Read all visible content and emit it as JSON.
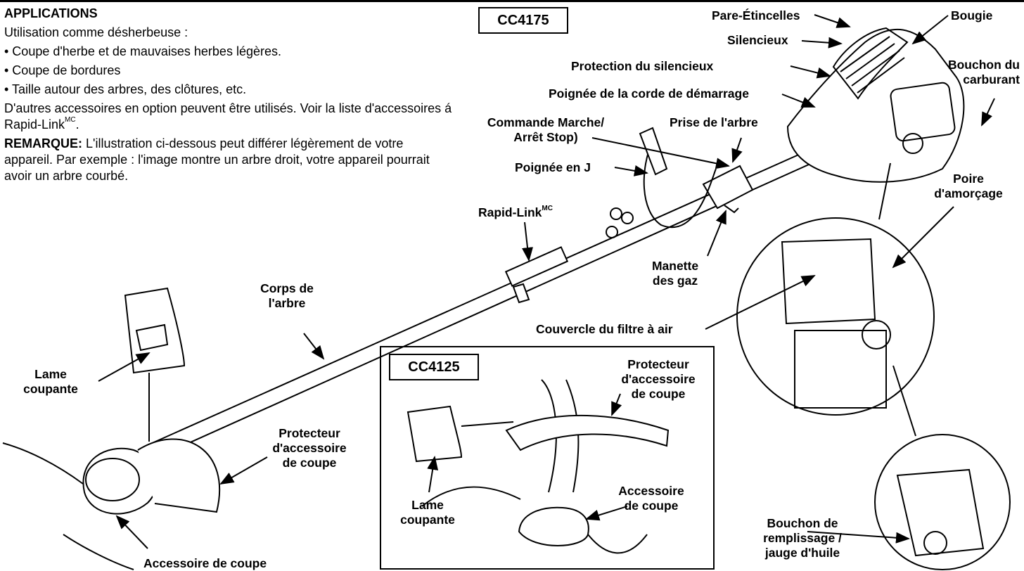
{
  "intro": {
    "heading": "APPLICATIONS",
    "usage": "Utilisation comme désherbeuse :",
    "bullets": [
      "• Coupe d'herbe et de mauvaises herbes légères.",
      "• Coupe de bordures",
      "• Taille autour des arbres, des clôtures, etc."
    ],
    "accessories_text": "D'autres accessoires en option peuvent être utilisés. Voir la liste d'accessoires á Rapid-Link",
    "accessories_sup": "MC",
    "note_label": "REMARQUE:",
    "note_text": " L'illustration ci-dessous peut différer légèrement de votre appareil. Par exemple : l'image montre un arbre droit, votre appareil pourrait avoir un arbre courbé."
  },
  "models": {
    "main": "CC4175",
    "inset": "CC4125"
  },
  "labels": {
    "spark_arrester": "Pare-Étincelles",
    "spark_plug": "Bougie",
    "muffler": "Silencieux",
    "muffler_guard": "Protection du silencieux",
    "fuel_cap_1": "Bouchon du",
    "fuel_cap_2": "carburant",
    "starter_handle": "Poignée de la corde de démarrage",
    "on_stop_1": "Commande Marche/",
    "on_stop_2": "Arrêt Stop)",
    "shaft_grip": "Prise de l'arbre",
    "j_handle": "Poignée en J",
    "primer_1": "Poire",
    "primer_2": "d'amorçage",
    "rapid_link": "Rapid-Link",
    "rapid_link_sup": "MC",
    "throttle_1": "Manette",
    "throttle_2": "des gaz",
    "shaft_body_1": "Corps de",
    "shaft_body_2": "l'arbre",
    "air_filter": "Couvercle du filtre à air",
    "blade_1": "Lame",
    "blade_2": "coupante",
    "guard_1": "Protecteur",
    "guard_2": "d'accessoire",
    "guard_3": "de coupe",
    "attachment": "Accessoire de coupe",
    "oil_1": "Bouchon de",
    "oil_2": "remplissage /",
    "oil_3": "jauge d'huile",
    "inset_guard_1": "Protecteur",
    "inset_guard_2": "d'accessoire",
    "inset_guard_3": "de coupe",
    "inset_attach_1": "Accessoire",
    "inset_attach_2": "de coupe",
    "inset_blade_1": "Lame",
    "inset_blade_2": "coupante"
  }
}
